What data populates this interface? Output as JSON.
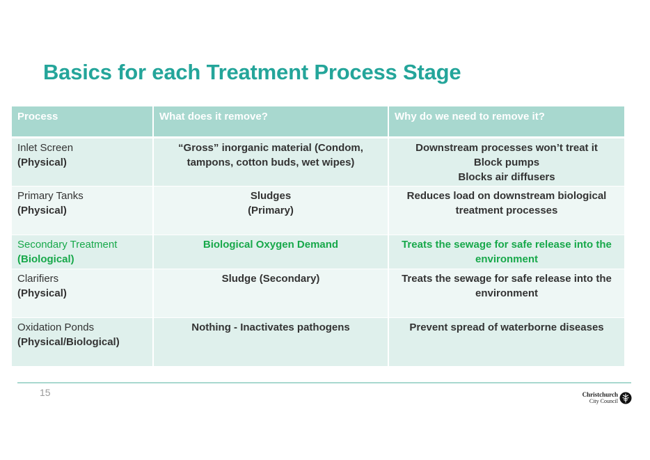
{
  "slide": {
    "title": "Basics for each Treatment Process Stage",
    "page_number": "15"
  },
  "table": {
    "headers": [
      "Process",
      "What does it remove?",
      "Why do we need to remove it?"
    ],
    "rows": [
      {
        "process": "Inlet Screen",
        "type": "(Physical)",
        "removes": "“Gross” inorganic material (Condom, tampons, cotton buds, wet wipes)",
        "why_lines": [
          "Downstream processes won’t treat it",
          "Block pumps",
          "Blocks air diffusers"
        ]
      },
      {
        "process": "Primary Tanks",
        "type": "(Physical)",
        "removes_lines": [
          "Sludges",
          "(Primary)"
        ],
        "why": "Reduces load on downstream biological treatment processes"
      },
      {
        "process": "Secondary Treatment",
        "type": "(Biological)",
        "removes": "Biological Oxygen Demand",
        "why": "Treats the sewage for safe release into the environment",
        "highlight_color": "#17a84a"
      },
      {
        "process": "Clarifiers",
        "type": "(Physical)",
        "removes": "Sludge (Secondary)",
        "why": "Treats the sewage for safe release into the environment"
      },
      {
        "process": "Oxidation Ponds",
        "type": "(Physical/Biological)",
        "removes": "Nothing - Inactivates pathogens",
        "why": "Prevent spread of waterborne diseases"
      }
    ]
  },
  "logo": {
    "line1": "Christchurch",
    "line2": "City Council",
    "icon": "tree-emblem-icon"
  },
  "colors": {
    "title": "#24a59a",
    "header_bg": "#a8d8cf",
    "row_odd": "#dff0ec",
    "row_even": "#eef7f5",
    "highlight": "#17a84a"
  }
}
